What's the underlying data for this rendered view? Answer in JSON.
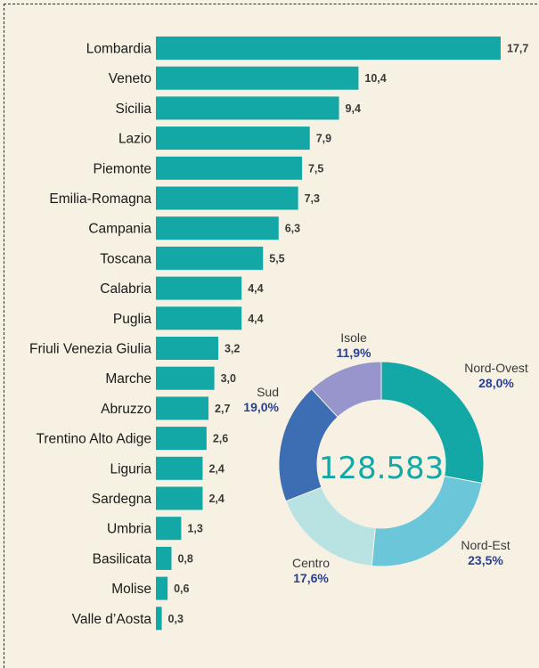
{
  "chart_data": [
    {
      "type": "bar",
      "orientation": "horizontal",
      "categories": [
        "Lombardia",
        "Veneto",
        "Sicilia",
        "Lazio",
        "Piemonte",
        "Emilia-Romagna",
        "Campania",
        "Toscana",
        "Calabria",
        "Puglia",
        "Friuli Venezia Giulia",
        "Marche",
        "Abruzzo",
        "Trentino Alto Adige",
        "Liguria",
        "Sardegna",
        "Umbria",
        "Basilicata",
        "Molise",
        "Valle d’Aosta"
      ],
      "values": [
        17.7,
        10.4,
        9.4,
        7.9,
        7.5,
        7.3,
        6.3,
        5.5,
        4.4,
        4.4,
        3.2,
        3.0,
        2.7,
        2.6,
        2.4,
        2.4,
        1.3,
        0.8,
        0.6,
        0.3
      ],
      "value_labels": [
        "17,7",
        "10,4",
        "9,4",
        "7,9",
        "7,5",
        "7,3",
        "6,3",
        "5,5",
        "4,4",
        "4,4",
        "3,2",
        "3,0",
        "2,7",
        "2,6",
        "2,4",
        "2,4",
        "1,3",
        "0,8",
        "0,6",
        "0,3"
      ],
      "bar_color": "#13a8a6",
      "xlim": [
        0,
        17.7
      ]
    },
    {
      "type": "pie",
      "donut": true,
      "center_label": "128.583",
      "slices": [
        {
          "label": "Nord-Ovest",
          "value": 28.0,
          "value_label": "28,0%",
          "color": "#13a8a6"
        },
        {
          "label": "Nord-Est",
          "value": 23.5,
          "value_label": "23,5%",
          "color": "#6cc6d9"
        },
        {
          "label": "Centro",
          "value": 17.6,
          "value_label": "17,6%",
          "color": "#b9e2e3"
        },
        {
          "label": "Sud",
          "value": 19.0,
          "value_label": "19,0%",
          "color": "#3d6db3"
        },
        {
          "label": "Isole",
          "value": 11.9,
          "value_label": "11,9%",
          "color": "#9795cc"
        }
      ]
    }
  ]
}
